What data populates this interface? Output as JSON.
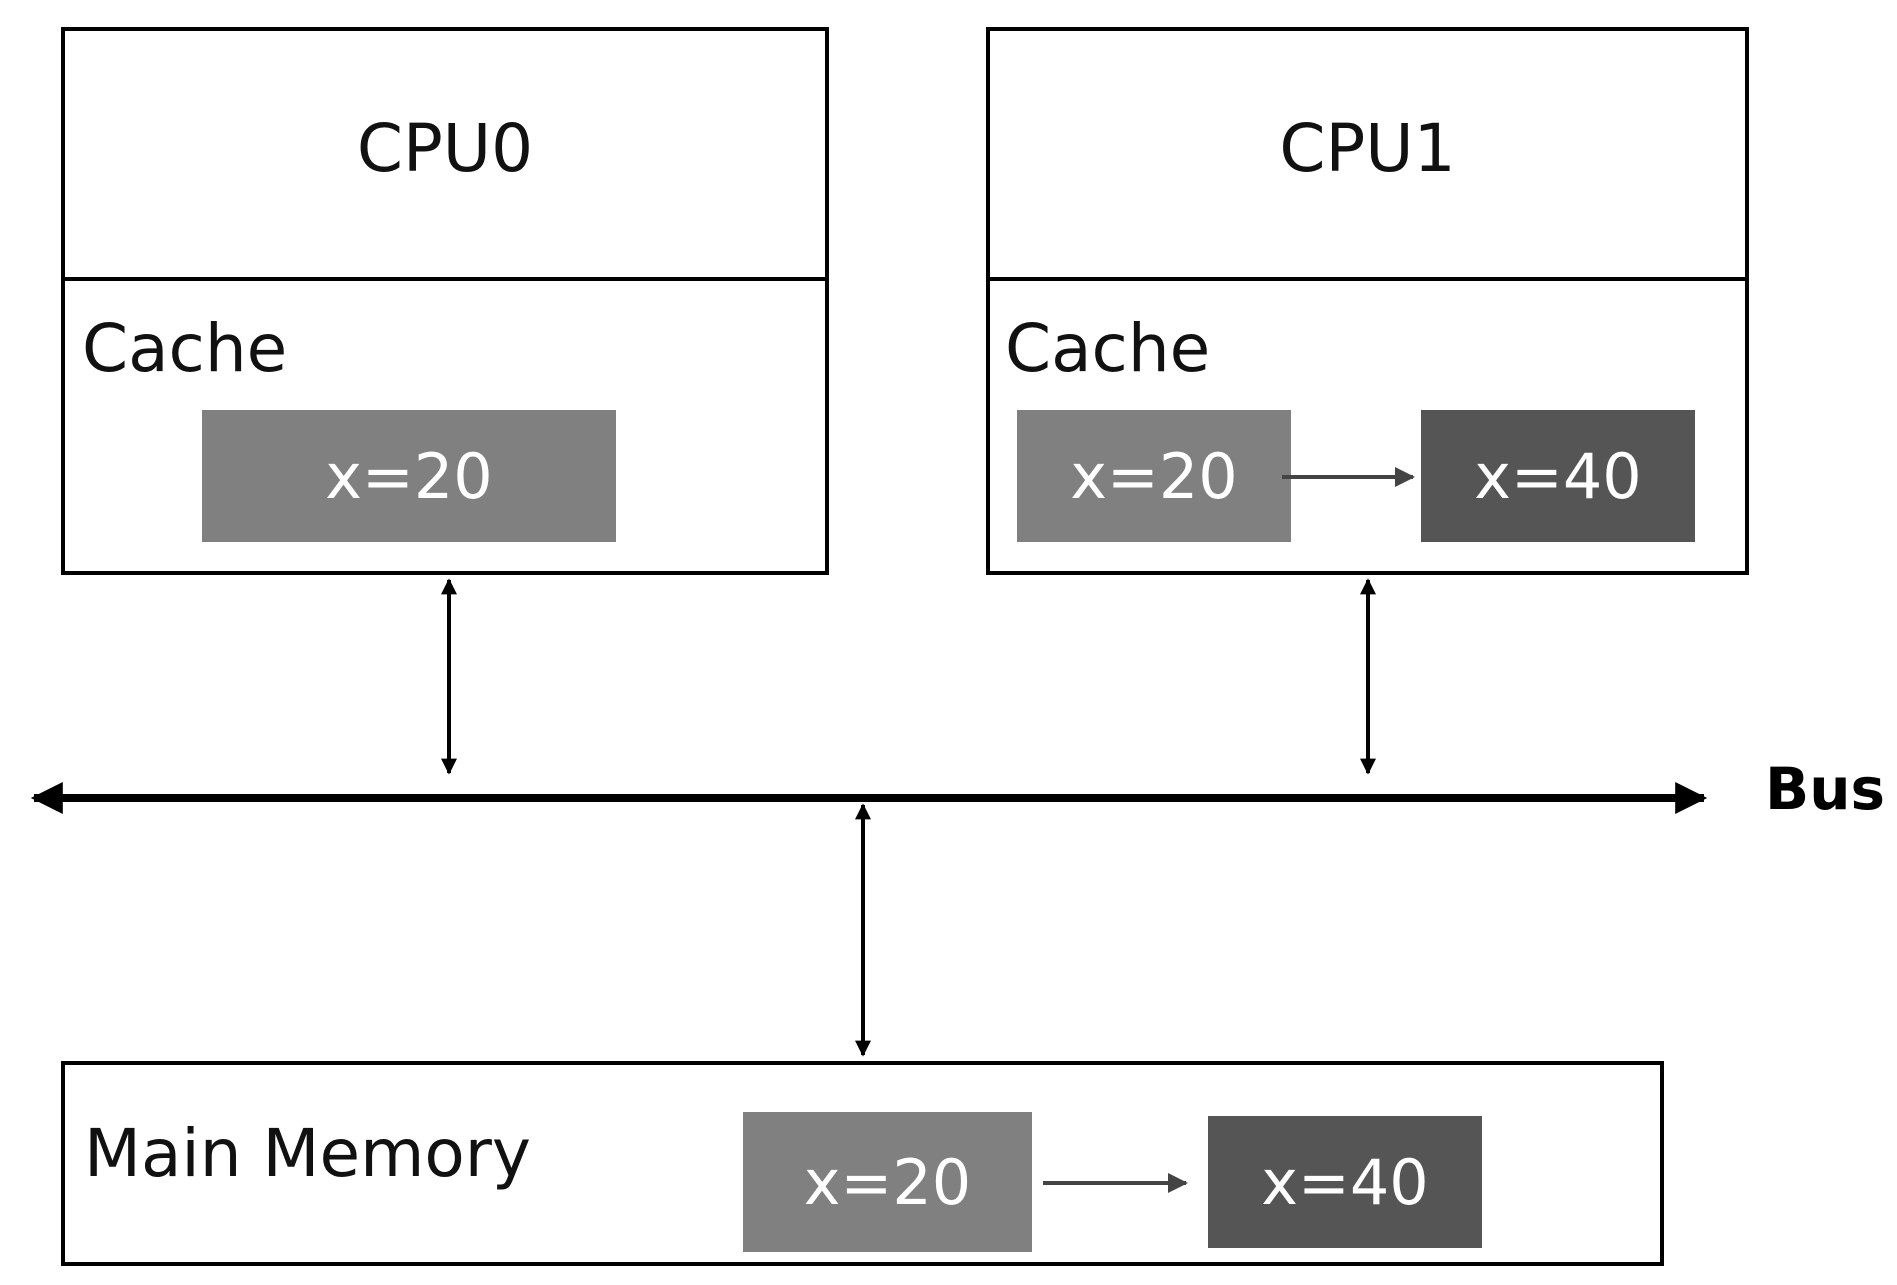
{
  "cpu0": {
    "title": "CPU0",
    "cache_label": "Cache",
    "value": "x=20"
  },
  "cpu1": {
    "title": "CPU1",
    "cache_label": "Cache",
    "old_value": "x=20",
    "new_value": "x=40"
  },
  "bus": {
    "label": "Bus"
  },
  "memory": {
    "label": "Main Memory",
    "old_value": "x=20",
    "new_value": "x=40"
  },
  "colors": {
    "old_cell": "#808080",
    "new_cell": "#555555",
    "stroke": "#000000"
  }
}
